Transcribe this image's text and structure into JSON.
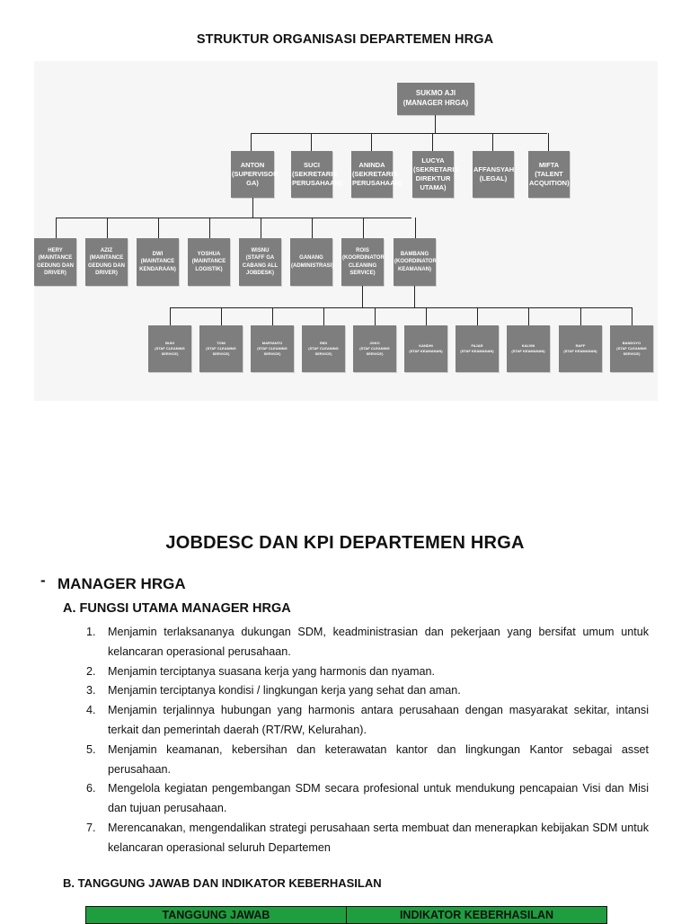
{
  "title": "STRUKTUR ORGANISASI DEPARTEMEN HRGA",
  "org_chart": {
    "top": {
      "name": "SUKMO AJI",
      "role": "(MANAGER HRGA)"
    },
    "level2": [
      {
        "name": "ANTON",
        "role": "(SUPERVISOR GA)"
      },
      {
        "name": "SUCI",
        "role": "(SEKRETARIS PERUSAHAAN)"
      },
      {
        "name": "ANINDA",
        "role": "(SEKRETARIS PERUSAHAAN)"
      },
      {
        "name": "LUCYA",
        "role": "(SEKRETARIS DIREKTUR UTAMA)"
      },
      {
        "name": "AFFANSYAH",
        "role": "(LEGAL)"
      },
      {
        "name": "MIFTA",
        "role": "(TALENT ACQUITION)"
      }
    ],
    "level3": [
      {
        "name": "HERY",
        "role": "(MAINTANCE GEDUNG DAN DRIVER)"
      },
      {
        "name": "AZIZ",
        "role": "(MAINTANCE GEDUNG DAN DRIVER)"
      },
      {
        "name": "DWI",
        "role": "(MAINTANCE KENDARAAN)"
      },
      {
        "name": "YOSHUA",
        "role": "(MAINTANCE LOGISTIK)"
      },
      {
        "name": "WISNU",
        "role": "(STAFF GA CABANG ALL JOBDESK)"
      },
      {
        "name": "GANANG",
        "role": "(ADMINISTRASI)"
      },
      {
        "name": "ROIS",
        "role": "(KOORDINATOR CLEANING SERVICE)"
      },
      {
        "name": "BAMBANG",
        "role": "(KOORDINATOR KEAMANAN)"
      }
    ],
    "level4": [
      {
        "name": "BUDI",
        "role": "(STAF CLEANING SERVICE)"
      },
      {
        "name": "TONI",
        "role": "(STAF CLEANING SERVICE)"
      },
      {
        "name": "MARYANTO",
        "role": "(STAF CLEANING SERVICE)"
      },
      {
        "name": "RIDI",
        "role": "(STAF CLEANING SERVICE)"
      },
      {
        "name": "JOKO",
        "role": "(STAF CLEANING SERVICE)"
      },
      {
        "name": "KANDHI",
        "role": "(STAF KEAMANAN)"
      },
      {
        "name": "FAJAR",
        "role": "(STAF KEAMANAN)"
      },
      {
        "name": "KALVIN",
        "role": "(STAF KEAMANAN)"
      },
      {
        "name": "RAFF",
        "role": "(STAF KEAMANAN)"
      },
      {
        "name": "BANDOYO",
        "role": "(STAF CLEANING SERVICE)"
      }
    ]
  },
  "heading": "JOBDESC DAN KPI DEPARTEMEN HRGA",
  "section": {
    "dash": "-",
    "title": "MANAGER HRGA",
    "sub_a": "A.  FUNGSI UTAMA MANAGER HRGA",
    "items": [
      {
        "num": "1.",
        "text": "Menjamin terlaksananya dukungan SDM, keadministrasian dan pekerjaan yang bersifat umum untuk kelancaran operasional perusahaan."
      },
      {
        "num": "2.",
        "text": "Menjamin terciptanya suasana kerja yang harmonis dan nyaman."
      },
      {
        "num": "3.",
        "text": "Menjamin terciptanya kondisi / lingkungan kerja yang sehat dan aman."
      },
      {
        "num": "4.",
        "text": "Menjamin terjalinnya hubungan yang harmonis antara perusahaan dengan masyarakat sekitar, intansi terkait dan pemerintah daerah (RT/RW, Kelurahan)."
      },
      {
        "num": "5.",
        "text": "Menjamin keamanan, kebersihan dan keterawatan kantor dan lingkungan Kantor sebagai asset perusahaan."
      },
      {
        "num": "6.",
        "text": "Mengelola kegiatan pengembangan SDM secara profesional untuk mendukung pencapaian Visi dan Misi dan tujuan perusahaan."
      },
      {
        "num": "7.",
        "text": "Merencanakan, mengendalikan strategi perusahaan serta membuat dan menerapkan kebijakan SDM untuk kelancaran operasional seluruh Departemen"
      }
    ],
    "sub_b": "B.  TANGGUNG JAWAB DAN INDIKATOR KEBERHASILAN",
    "table_headers": [
      "TANGGUNG JAWAB",
      "INDIKATOR KEBERHASILAN"
    ]
  }
}
